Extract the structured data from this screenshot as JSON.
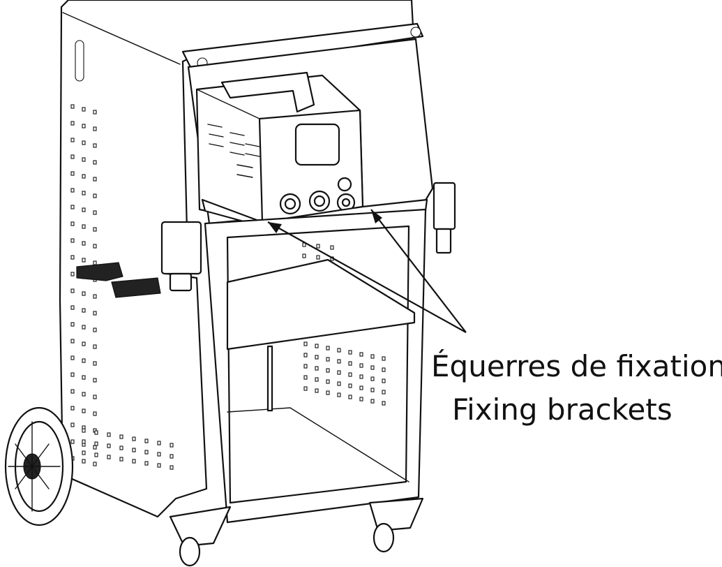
{
  "callout": {
    "label_fr": "Équerres de fixation",
    "label_en": "Fixing brackets"
  },
  "figure": {
    "subject": "welding-trolley",
    "highlighted_part": "fixing-brackets",
    "line_color": "#111111",
    "background_color": "#ffffff"
  }
}
